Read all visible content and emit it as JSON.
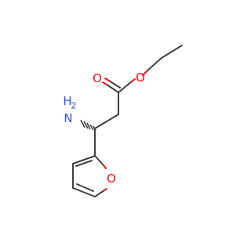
{
  "molecule": {
    "atoms": {
      "carbonyl_oxygen": {
        "symbol": "O",
        "color": "#ff0d0d"
      },
      "ester_oxygen": {
        "symbol": "O",
        "color": "#ff0d0d"
      },
      "amine": {
        "symbol": "H",
        "subscript": "2",
        "suffix": "N",
        "color": "#3050f8"
      },
      "furan_oxygen": {
        "symbol": "O",
        "color": "#ff0d0d"
      }
    }
  }
}
